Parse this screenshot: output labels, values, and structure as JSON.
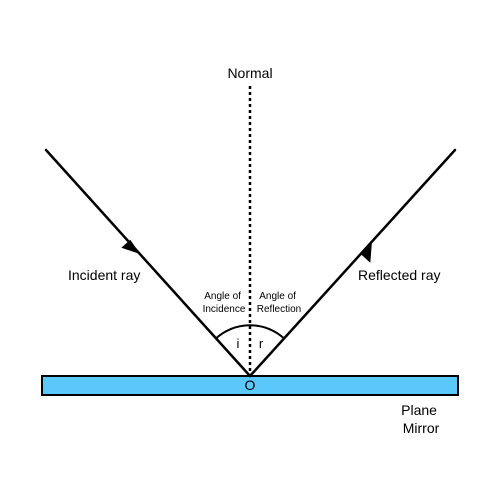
{
  "labels": {
    "normal": "Normal",
    "incident_ray": "Incident ray",
    "reflected_ray": "Reflected ray",
    "angle_of_incidence": [
      "Angle of",
      "Incidence"
    ],
    "angle_of_reflection": [
      "Angle of",
      "Reflection"
    ],
    "angle_i": "i",
    "angle_r": "r",
    "point": "O",
    "mirror": [
      "Plane",
      "Mirror"
    ]
  },
  "colors": {
    "mirror_fill": "#5ac8fa",
    "stroke": "#000000",
    "background": "#ffffff"
  }
}
